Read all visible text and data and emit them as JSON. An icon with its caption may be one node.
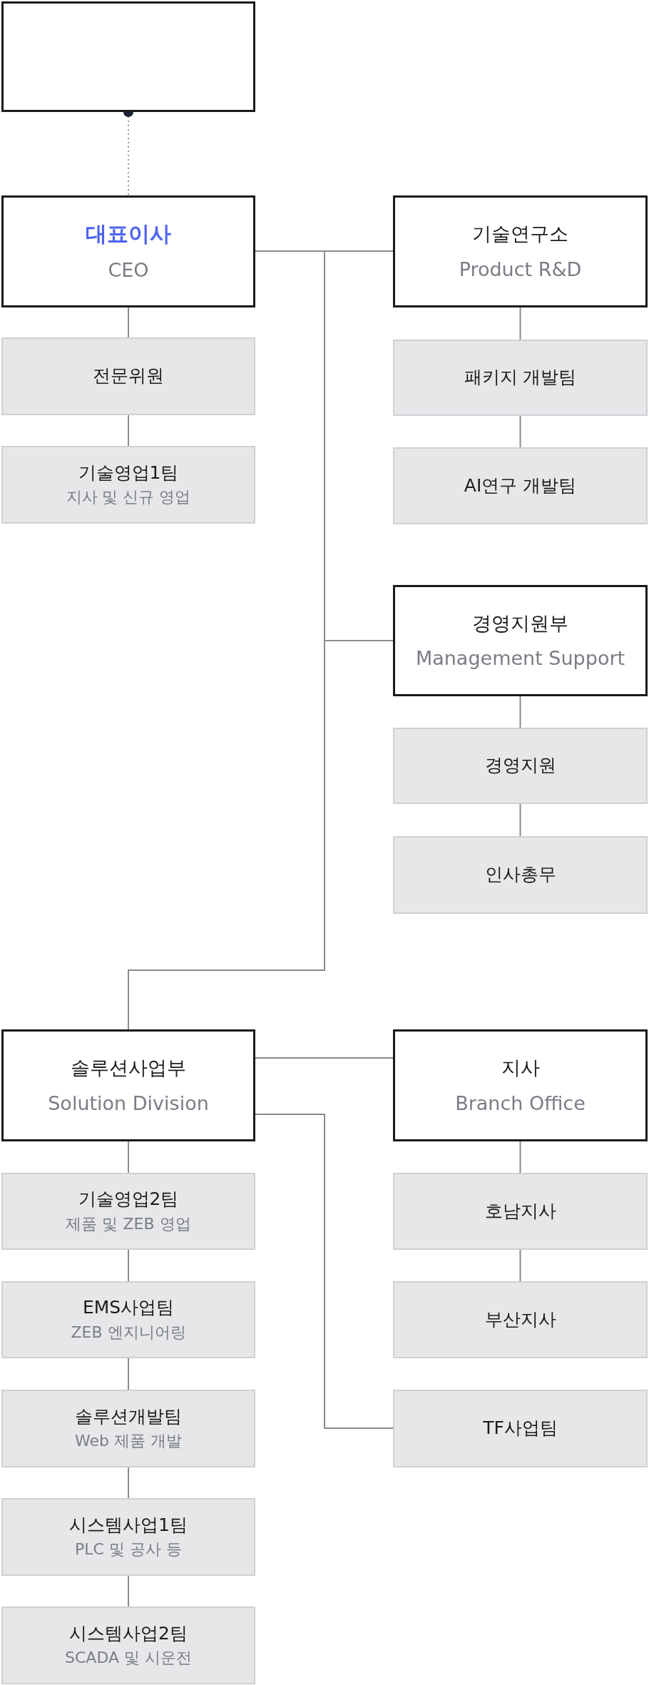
{
  "diagram": {
    "nodes": [
      {
        "text": [],
        "shape": "box"
      },
      {
        "text": [
          "대표이사",
          "CEO"
        ]
      },
      {
        "text": [
          "전문위원"
        ]
      },
      {
        "text": [
          "기술영업1팀",
          "지사 및 신규 영업"
        ]
      },
      {
        "text": [
          "기술연구소",
          "Product R&D"
        ]
      },
      {
        "text": [
          "패키지 개발팀"
        ]
      },
      {
        "text": [
          "AI연구 개발팀"
        ]
      },
      {
        "text": [
          "경영지원부",
          "Management Support"
        ]
      },
      {
        "text": [
          "경영지원"
        ]
      },
      {
        "text": [
          "인사총무"
        ]
      },
      {
        "text": [
          "솔루션사업부",
          "Solution Division"
        ]
      },
      {
        "text": [
          "기술영업2팀",
          "제품 및 ZEB 영업"
        ]
      },
      {
        "text": [
          "EMS사업팀",
          "ZEB 엔지니어링"
        ]
      },
      {
        "text": [
          "솔루션개발팀",
          "Web 제품 개발"
        ]
      },
      {
        "text": [
          "시스템사업1팀",
          "PLC 및 공사 등"
        ]
      },
      {
        "text": [
          "시스템사업2팀",
          "SCADA 및 시운전"
        ]
      },
      {
        "text": [
          "지사",
          "Branch Office"
        ]
      },
      {
        "text": [
          "호남지사"
        ]
      },
      {
        "text": [
          "부산지사"
        ]
      },
      {
        "text": [
          "TF사업팀"
        ]
      }
    ],
    "edges": [
      {
        "from": 0,
        "to": 1,
        "arrow": "other",
        "style": "dashed"
      },
      {
        "from": 1,
        "to": 2,
        "arrow": "none"
      },
      {
        "from": 2,
        "to": 3,
        "arrow": "none"
      },
      {
        "from": 1,
        "to": 4,
        "arrow": "none"
      },
      {
        "from": 4,
        "to": 5,
        "arrow": "none"
      },
      {
        "from": 5,
        "to": 6,
        "arrow": "none"
      },
      {
        "from": 1,
        "to": 7,
        "arrow": "none"
      },
      {
        "from": 1,
        "to": 10,
        "arrow": "none"
      },
      {
        "from": 7,
        "to": 8,
        "arrow": "none"
      },
      {
        "from": 8,
        "to": 9,
        "arrow": "none"
      },
      {
        "from": 10,
        "to": 11,
        "arrow": "none"
      },
      {
        "from": 11,
        "to": 12,
        "arrow": "none"
      },
      {
        "from": 12,
        "to": 13,
        "arrow": "none"
      },
      {
        "from": 13,
        "to": 14,
        "arrow": "none"
      },
      {
        "from": 14,
        "to": 15,
        "arrow": "none"
      },
      {
        "from": 10,
        "to": 16,
        "arrow": "none"
      },
      {
        "from": 16,
        "to": 17,
        "arrow": "none"
      },
      {
        "from": 17,
        "to": 18,
        "arrow": "none"
      },
      {
        "from": 10,
        "to": 19,
        "arrow": "none"
      }
    ]
  }
}
